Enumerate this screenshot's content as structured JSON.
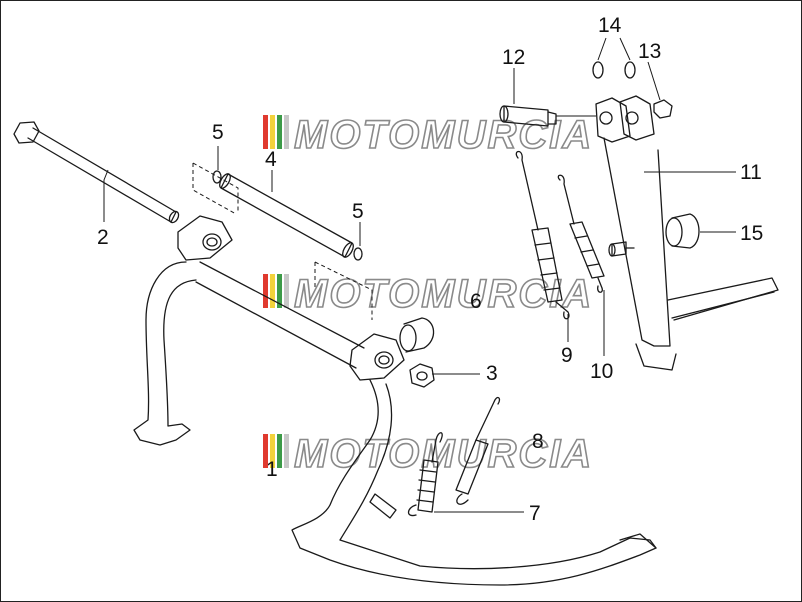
{
  "diagram": {
    "callouts": [
      {
        "id": "label-1",
        "text": "1"
      },
      {
        "id": "label-2",
        "text": "2"
      },
      {
        "id": "label-3",
        "text": "3"
      },
      {
        "id": "label-4",
        "text": "4"
      },
      {
        "id": "label-5a",
        "text": "5"
      },
      {
        "id": "label-5b",
        "text": "5"
      },
      {
        "id": "label-6",
        "text": "6"
      },
      {
        "id": "label-7",
        "text": "7"
      },
      {
        "id": "label-8",
        "text": "8"
      },
      {
        "id": "label-9",
        "text": "9"
      },
      {
        "id": "label-10",
        "text": "10"
      },
      {
        "id": "label-11",
        "text": "11"
      },
      {
        "id": "label-12",
        "text": "12"
      },
      {
        "id": "label-13",
        "text": "13"
      },
      {
        "id": "label-14",
        "text": "14"
      },
      {
        "id": "label-15",
        "text": "15"
      }
    ],
    "watermark": {
      "text": "MOTOMURCIA",
      "flag_colors": [
        "#e03a2f",
        "#f2d23c",
        "#3c9a48",
        "#c8c8c8"
      ]
    },
    "colors": {
      "line": "#1a1a1a",
      "watermark": "#8a8a8a",
      "background": "#ffffff"
    }
  }
}
